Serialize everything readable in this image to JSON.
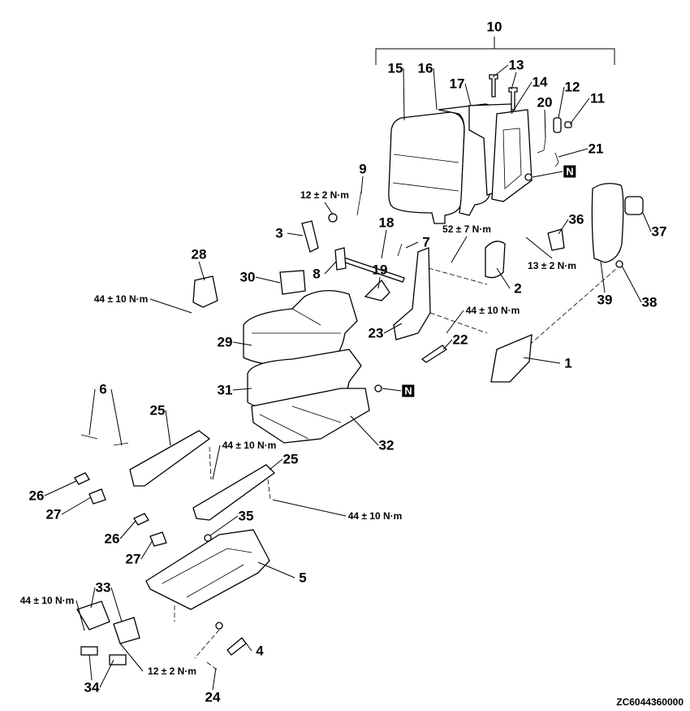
{
  "diagram": {
    "labels": [
      {
        "text": "10",
        "kind": "num"
      },
      {
        "text": "15",
        "kind": "num"
      },
      {
        "text": "16",
        "kind": "num"
      },
      {
        "text": "17",
        "kind": "num"
      },
      {
        "text": "13",
        "kind": "num"
      },
      {
        "text": "14",
        "kind": "num"
      },
      {
        "text": "12",
        "kind": "num"
      },
      {
        "text": "11",
        "kind": "num"
      },
      {
        "text": "20",
        "kind": "num"
      },
      {
        "text": "21",
        "kind": "num"
      },
      {
        "text": "N",
        "kind": "nbox"
      },
      {
        "text": "9",
        "kind": "num"
      },
      {
        "text": "12 ± 2 N·m",
        "kind": "torque"
      },
      {
        "text": "3",
        "kind": "num"
      },
      {
        "text": "18",
        "kind": "num"
      },
      {
        "text": "7",
        "kind": "num"
      },
      {
        "text": "52 ± 7 N·m",
        "kind": "torque"
      },
      {
        "text": "36",
        "kind": "num"
      },
      {
        "text": "37",
        "kind": "num"
      },
      {
        "text": "28",
        "kind": "num"
      },
      {
        "text": "30",
        "kind": "num"
      },
      {
        "text": "8",
        "kind": "num"
      },
      {
        "text": "19",
        "kind": "num"
      },
      {
        "text": "13 ± 2 N·m",
        "kind": "torque"
      },
      {
        "text": "2",
        "kind": "num"
      },
      {
        "text": "39",
        "kind": "num"
      },
      {
        "text": "38",
        "kind": "num"
      },
      {
        "text": "44 ± 10 N·m",
        "kind": "torque"
      },
      {
        "text": "44 ± 10 N·m",
        "kind": "torque"
      },
      {
        "text": "29",
        "kind": "num"
      },
      {
        "text": "23",
        "kind": "num"
      },
      {
        "text": "22",
        "kind": "num"
      },
      {
        "text": "1",
        "kind": "num"
      },
      {
        "text": "31",
        "kind": "num"
      },
      {
        "text": "N",
        "kind": "nbox"
      },
      {
        "text": "6",
        "kind": "num"
      },
      {
        "text": "25",
        "kind": "num"
      },
      {
        "text": "32",
        "kind": "num"
      },
      {
        "text": "44 ± 10 N·m",
        "kind": "torque"
      },
      {
        "text": "25",
        "kind": "num"
      },
      {
        "text": "26",
        "kind": "num"
      },
      {
        "text": "27",
        "kind": "num"
      },
      {
        "text": "35",
        "kind": "num"
      },
      {
        "text": "44 ± 10 N·m",
        "kind": "torque"
      },
      {
        "text": "26",
        "kind": "num"
      },
      {
        "text": "27",
        "kind": "num"
      },
      {
        "text": "5",
        "kind": "num"
      },
      {
        "text": "33",
        "kind": "num"
      },
      {
        "text": "44 ± 10 N·m",
        "kind": "torque"
      },
      {
        "text": "4",
        "kind": "num"
      },
      {
        "text": "12 ± 2 N·m",
        "kind": "torque"
      },
      {
        "text": "34",
        "kind": "num"
      },
      {
        "text": "24",
        "kind": "num"
      }
    ],
    "figure_code": "ZC6044360000"
  }
}
